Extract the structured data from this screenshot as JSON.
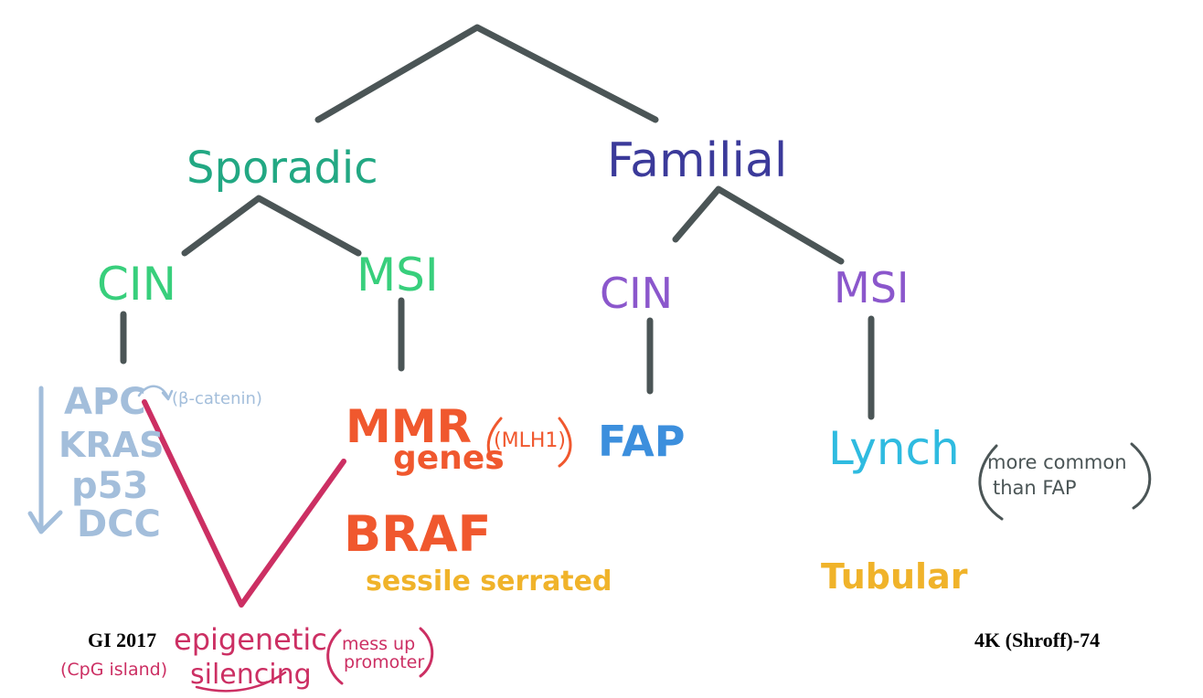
{
  "labels": {
    "sporadic": "Sporadic",
    "familial": "Familial",
    "sporadic_cin": "CIN",
    "sporadic_msi": "MSI",
    "familial_cin": "CIN",
    "familial_msi": "MSI",
    "apc": "APC",
    "kras": "KRAS",
    "p53": "p53",
    "dcc": "DCC",
    "beta_catenin": "(β-catenin)",
    "mmr": "MMR",
    "genes": "genes",
    "mlh1": "(MLH1)",
    "braf": "BRAF",
    "sessile_serrated": "sessile serrated",
    "fap": "FAP",
    "lynch": "Lynch",
    "more_common": "more common",
    "than_fap": "than FAP",
    "tubular": "Tubular",
    "epigenetic": "epigenetic",
    "silencing": "silencing",
    "cpg_island": "(CpG island)",
    "mess_up": "mess up",
    "promoter": "promoter"
  },
  "footer": {
    "left": "GI 2017",
    "right": "4K (Shroff)-74"
  },
  "colors": {
    "line": "#4b5556",
    "sporadic": "#22a883",
    "familial": "#3b3a9a",
    "sporadic_branch": "#38cf7c",
    "familial_branch": "#8b57cc",
    "gene_list": "#a3bedb",
    "mmr": "#f0582e",
    "fap": "#3c8fdd",
    "lynch": "#2fbbe0",
    "sessile": "#f0b32a",
    "epigenetic": "#cc2f63",
    "note": "#4b5556"
  }
}
